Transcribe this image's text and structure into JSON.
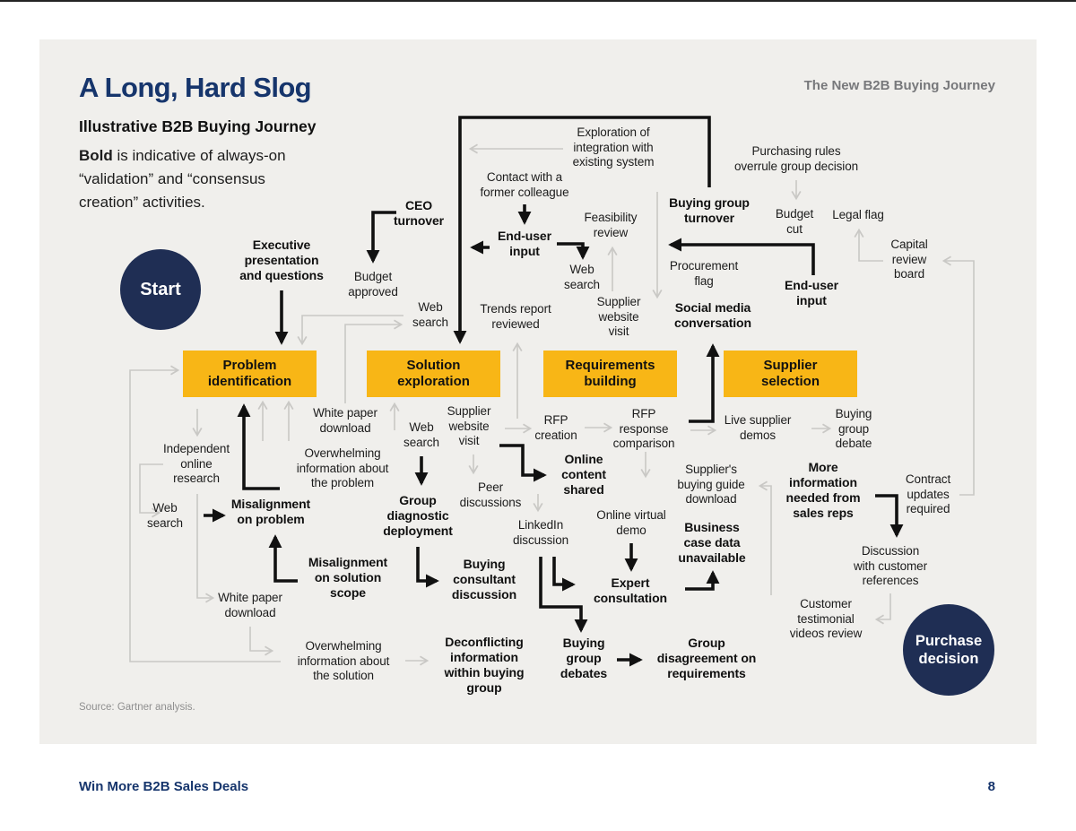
{
  "page": {
    "title": "A Long, Hard Slog",
    "corner_label": "The New B2B Buying Journey",
    "subtitle": "Illustrative B2B Buying Journey",
    "legend_bold": "Bold",
    "legend_rest": " is indicative of always-on “validation” and “consensus creation” activities.",
    "source": "Source: Gartner analysis.",
    "footer_left": "Win More B2B Sales Deals",
    "page_number": "8"
  },
  "colors": {
    "navy_title": "#16356c",
    "navy_circle": "#1f2e54",
    "stage_yellow": "#f8b616",
    "gray_connector": "#c9c8c5",
    "black_connector": "#111111",
    "card_background": "#f0efec"
  },
  "terminals": {
    "start": "Start",
    "purchase": "Purchase\ndecision"
  },
  "stages": {
    "problem_identification": "Problem\nidentification",
    "solution_exploration": "Solution\nexploration",
    "requirements_building": "Requirements\nbuilding",
    "supplier_selection": "Supplier\nselection"
  },
  "nodes": {
    "exploration": "Exploration of\nintegration with\nexisting system",
    "purchasing_rules": "Purchasing rules\noverrule group decision",
    "contact_colleague": "Contact with a\nformer colleague",
    "ceo_turnover": "CEO\nturnover",
    "buying_group_turnover": "Buying group\nturnover",
    "budget_cut": "Budget\ncut",
    "legal_flag": "Legal flag",
    "end_user_input_1": "End-user\ninput",
    "feasibility_review": "Feasibility\nreview",
    "capital_review_board": "Capital\nreview\nboard",
    "executive_presentation": "Executive\npresentation\nand questions",
    "budget_approved": "Budget\napproved",
    "web_search_a": "Web\nsearch",
    "procurement_flag": "Procurement\nflag",
    "end_user_input_2": "End-user\ninput",
    "web_search_b": "Web\nsearch",
    "trends_report": "Trends report\nreviewed",
    "supplier_website_visit_1": "Supplier\nwebsite\nvisit",
    "social_media": "Social media\nconversation",
    "white_paper_1": "White paper\ndownload",
    "independent_research": "Independent\nonline\nresearch",
    "overwhelming_problem": "Overwhelming\ninformation about\nthe problem",
    "web_search_c": "Web\nsearch",
    "supplier_website_visit_2": "Supplier\nwebsite\nvisit",
    "rfp_creation": "RFP\ncreation",
    "rfp_response": "RFP\nresponse\ncomparison",
    "live_supplier_demos": "Live supplier\ndemos",
    "buying_group_debate": "Buying\ngroup\ndebate",
    "web_search_d": "Web\nsearch",
    "misalignment_problem": "Misalignment\non problem",
    "online_content_shared": "Online\ncontent\nshared",
    "peer_discussions": "Peer\ndiscussions",
    "suppliers_buying_guide": "Supplier's\nbuying guide\ndownload",
    "more_information": "More\ninformation\nneeded from\nsales reps",
    "contract_updates": "Contract\nupdates\nrequired",
    "group_diagnostic": "Group\ndiagnostic\ndeployment",
    "linkedin_discussion": "LinkedIn\ndiscussion",
    "online_virtual_demo": "Online virtual\ndemo",
    "business_case": "Business\ncase data\nunavailable",
    "misalignment_scope": "Misalignment\non solution\nscope",
    "buying_consultant": "Buying\nconsultant\ndiscussion",
    "expert_consultation": "Expert\nconsultation",
    "discussion_references": "Discussion\nwith customer\nreferences",
    "white_paper_2": "White paper\ndownload",
    "customer_testimonial": "Customer\ntestimonial\nvideos review",
    "overwhelming_solution": "Overwhelming\ninformation about\nthe solution",
    "deconflicting": "Deconflicting\ninformation\nwithin buying\ngroup",
    "buying_group_debates": "Buying\ngroup\ndebates",
    "group_disagreement": "Group\ndisagreement on\nrequirements"
  }
}
